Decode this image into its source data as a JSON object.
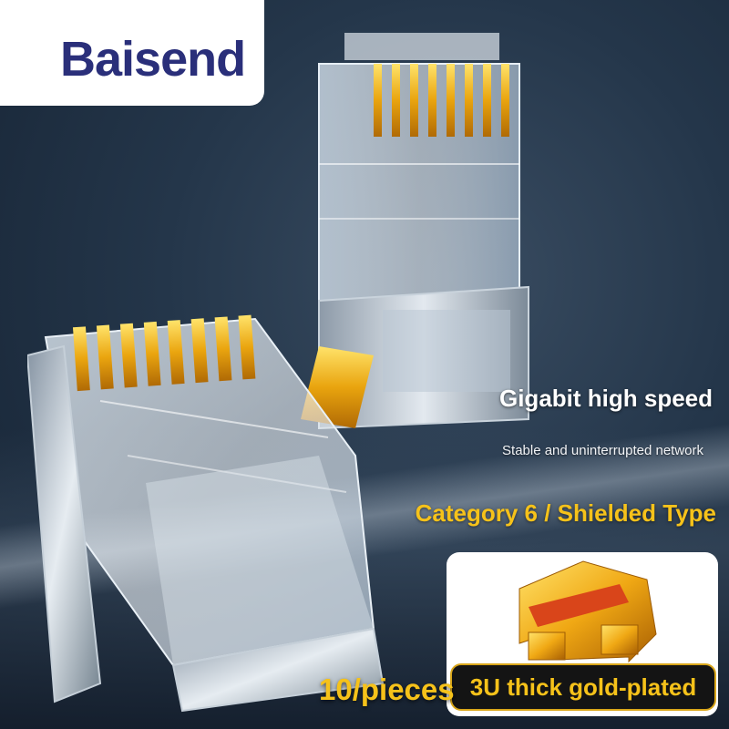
{
  "brand": {
    "name": "Baisend"
  },
  "features": {
    "speed_title": "Gigabit high speed",
    "speed_subtitle": "Stable and uninterrupted network",
    "category": "Category 6 / Shielded Type",
    "plating": "3U thick gold-plated"
  },
  "packaging": {
    "quantity": "10/pieces"
  },
  "colors": {
    "brand_text": "#2a2f7a",
    "accent_gold": "#f6c21a",
    "background": "#24364a"
  },
  "icons": [
    "rj45-connector-icon",
    "gold-contact-pin-icon"
  ]
}
